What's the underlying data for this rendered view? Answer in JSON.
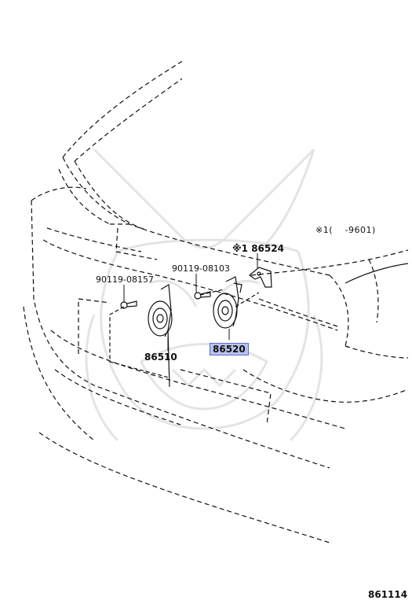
{
  "note_label": "※1(　 -9601)",
  "parts": [
    {
      "id": "bolt-left",
      "number": "90119-08157"
    },
    {
      "id": "bolt-right",
      "number": "90119-08103"
    },
    {
      "id": "bracket",
      "number": "※1 86524"
    },
    {
      "id": "horn-low",
      "number": "86510"
    },
    {
      "id": "horn-high",
      "number": "86520",
      "highlighted": true
    }
  ],
  "diagram_id": "861114",
  "colors": {
    "line": "#111111",
    "highlight": "#b9c2ec",
    "highlight_border": "#5a6ad0",
    "watermark": "#e6e6e6"
  }
}
